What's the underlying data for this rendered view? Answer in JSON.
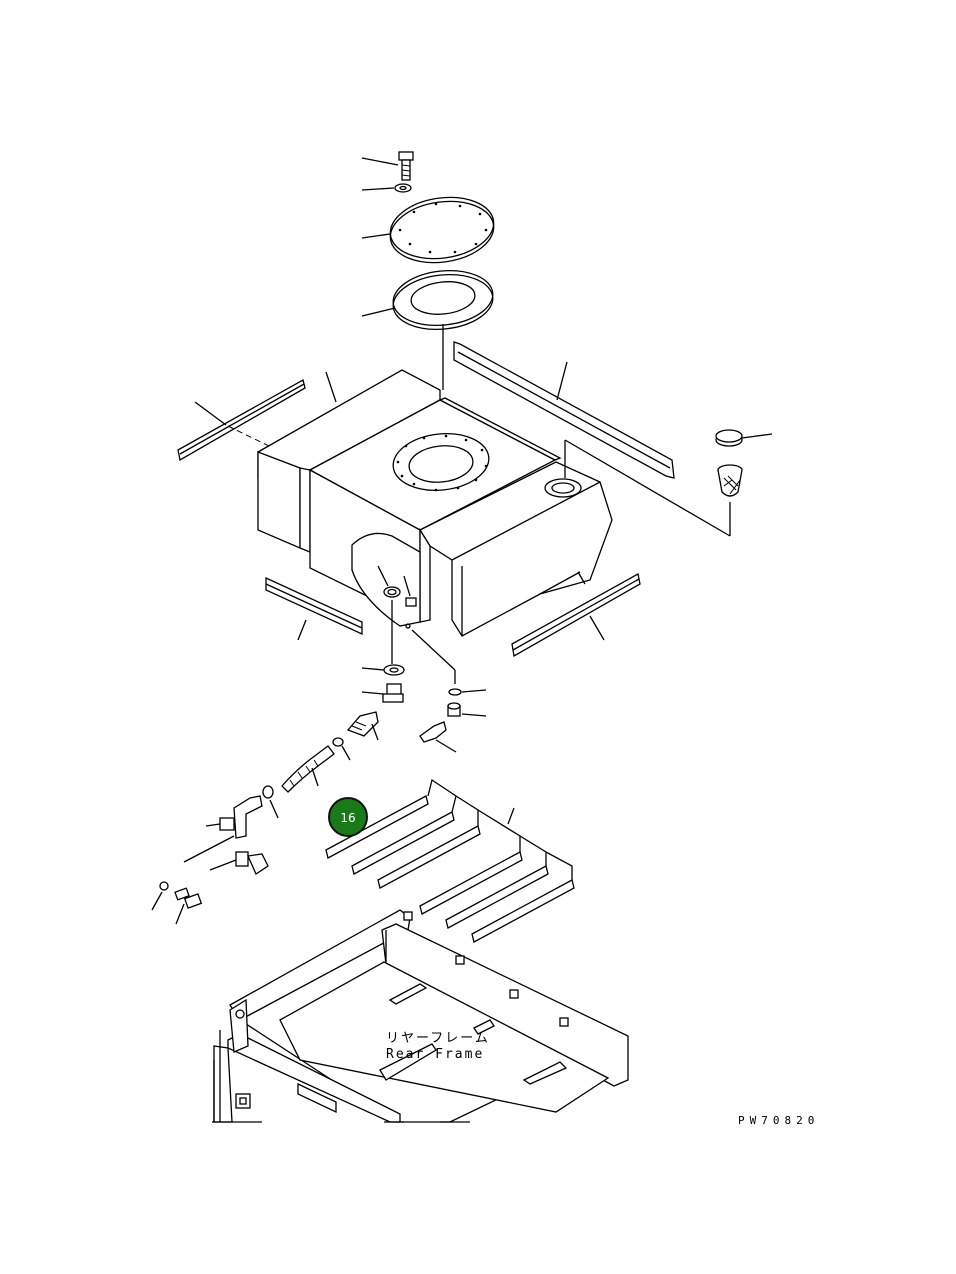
{
  "diagram": {
    "frame_label_jp": "リヤーフレーム",
    "frame_label_en": "Rear Frame",
    "drawing_code": "PW70820",
    "callout": {
      "number": "16",
      "color": "#1a7a1a"
    }
  }
}
